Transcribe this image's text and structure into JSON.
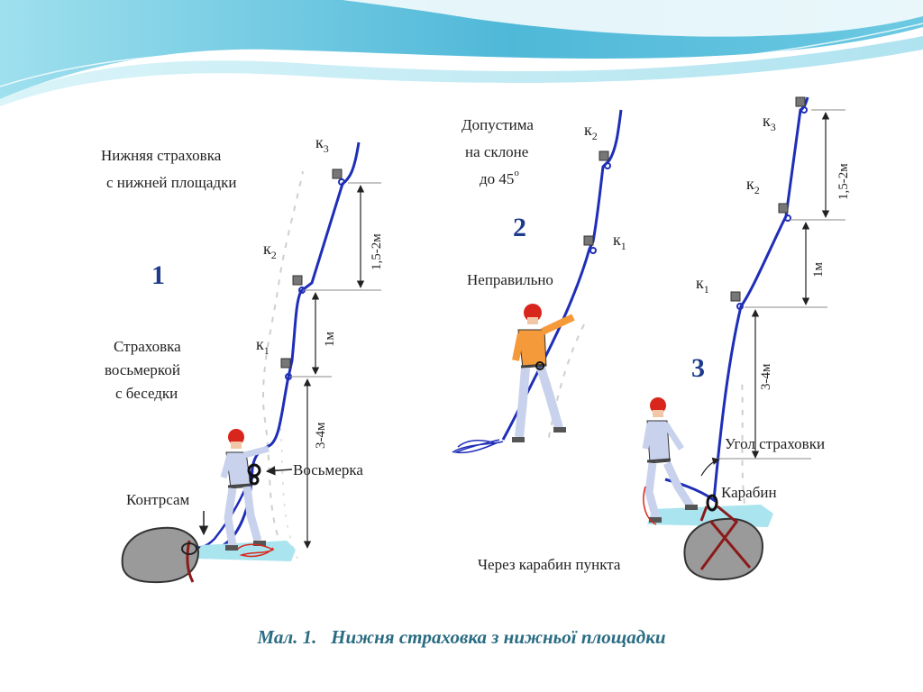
{
  "colors": {
    "rope": "#1f2eb8",
    "helmet": "#d9261c",
    "rock": "#9a9a9a",
    "ice": "#a9e4ef",
    "number": "#1f3c8c",
    "caption": "#2a6c83",
    "sling": "#8b1a1a"
  },
  "panel1": {
    "number": "1",
    "title_line1": "Нижняя страховка",
    "title_line2": "с нижней площадки",
    "belay_line1": "Страховка",
    "belay_line2": "восьмеркой",
    "belay_line3": "с беседки",
    "device_label": "Восьмерка",
    "anchor_label": "Контрсам",
    "k1_main": "к",
    "k1_sub": "1",
    "k2_main": "к",
    "k2_sub": "2",
    "k3_main": "к",
    "k3_sub": "3",
    "dist_k2_k3": "1,5-2м",
    "dist_k1_k2": "1м",
    "dist_ground_k1": "3-4м"
  },
  "panel2": {
    "number": "2",
    "note_line1": "Допустима",
    "note_line2": "на склоне",
    "note_line3": "до 45",
    "note_deg": "о",
    "wrong_label": "Неправильно",
    "k1_main": "к",
    "k1_sub": "1",
    "k2_main": "к",
    "k2_sub": "2"
  },
  "panel3": {
    "number": "3",
    "k1_main": "к",
    "k1_sub": "1",
    "k2_main": "к",
    "k2_sub": "2",
    "k3_main": "к",
    "k3_sub": "3",
    "dist_k2_k3": "1,5-2м",
    "dist_k1_k2": "1м",
    "dist_ground_k1": "3-4м",
    "angle_label": "Угол страховки",
    "carabiner_label": "Карабин",
    "through_label": "Через карабин пункта"
  },
  "caption": {
    "prefix": "Мал. 1.",
    "text": "Нижня страховка з нижньої площадки"
  }
}
